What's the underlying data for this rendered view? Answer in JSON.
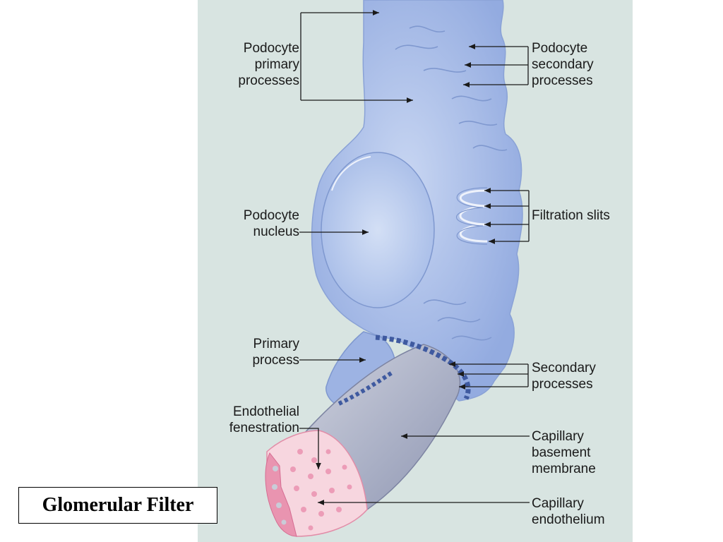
{
  "title": "Glomerular Filter",
  "labels": {
    "podocyte_primary_processes": "Podocyte\nprimary\nprocesses",
    "podocyte_secondary_processes": "Podocyte\nsecondary\nprocesses",
    "podocyte_nucleus": "Podocyte\nnucleus",
    "filtration_slits": "Filtration slits",
    "primary_process": "Primary\nprocess",
    "secondary_processes": "Secondary\nprocesses",
    "endothelial_fenestration": "Endothelial\nfenestration",
    "capillary_basement_membrane": "Capillary\nbasement\nmembrane",
    "capillary_endothelium": "Capillary\nendothelium"
  },
  "colors": {
    "panel_background": "#d8e4e1",
    "podocyte": "#9db3e3",
    "podocyte_edge": "#7f98cf",
    "basement_membrane": "#b9bccb",
    "endothelium": "#f7d6df",
    "fenestration": "#e994b0",
    "leader_line": "#1a1a1a"
  }
}
